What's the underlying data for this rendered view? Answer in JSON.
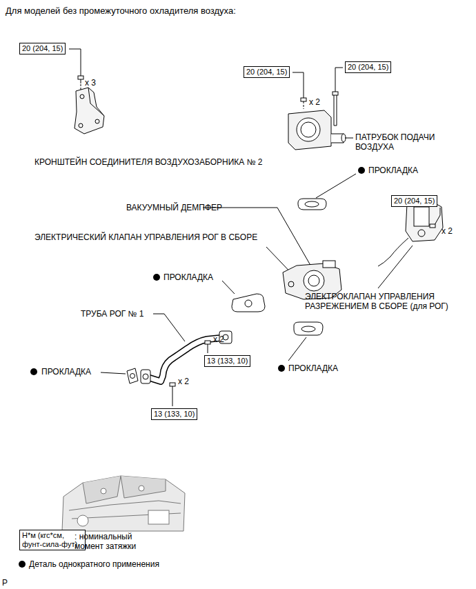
{
  "diagram": {
    "title": "Для моделей без промежуточного охладителя воздуха:",
    "nodes": [
      {
        "text": [
          "20 (204, 15)"
        ]
      },
      {
        "text": [
          "20 (204, 15)"
        ]
      },
      {
        "text": [
          "20 (204, 15)"
        ]
      },
      {
        "text": [
          "20 (204, 15)"
        ]
      },
      {
        "text": [
          "13 (133, 10)"
        ]
      },
      {
        "text": [
          "13 (133, 10)"
        ]
      },
      {
        "text": [
          "Н*м (кгс*см, фунт-сила-фут)"
        ]
      }
    ],
    "labels": [
      "x 3",
      "x 2",
      "x 2",
      "x 2",
      "x 2",
      "КРОНШТЕЙН СОЕДИНИТЕЛЯ ВОЗДУХОЗАБОРНИКА № 2",
      "ПАТРУБОК ПОДАЧИ ВОЗДУХА",
      "ПРОКЛАДКА",
      "ВАКУУМНЫЙ ДЕМПФЕР",
      "ЭЛЕКТРИЧЕСКИЙ КЛАПАН УПРАВЛЕНИЯ РОГ В СБОРЕ",
      "ПРОКЛАДКА",
      "ЭЛЕКТРОКЛАПАН УПРАВЛЕНИЯ РАЗРЕЖЕНИЕМ В СБОРЕ (для РОГ)",
      "ТРУБА РОГ № 1",
      "ПРОКЛАДКА",
      "ПРОКЛАДКА",
      "P"
    ],
    "legend": [
      {
        "text": ": номинальный момент затяжки"
      },
      {
        "text": "Деталь однократного применения"
      }
    ]
  }
}
